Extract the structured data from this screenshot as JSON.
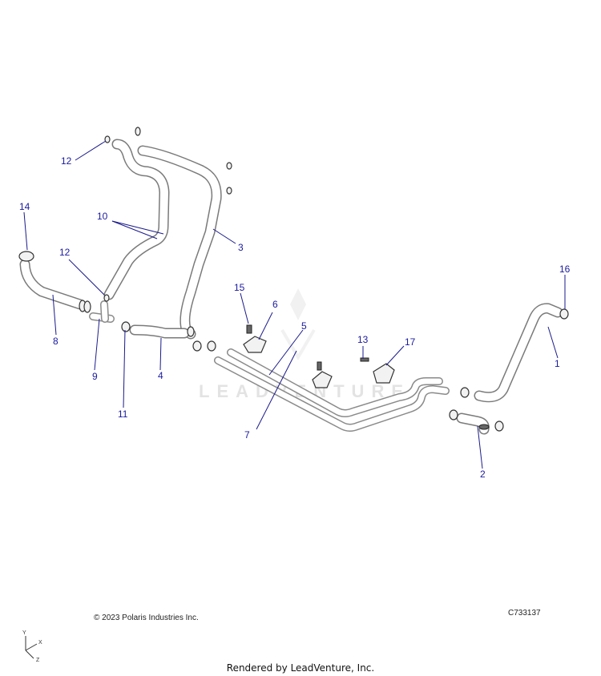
{
  "callouts": [
    "1",
    "2",
    "3",
    "4",
    "5",
    "6",
    "7",
    "8",
    "9",
    "10",
    "11",
    "12",
    "12",
    "13",
    "14",
    "15",
    "16",
    "17"
  ],
  "watermark": "LEADVENTURE",
  "footer": {
    "copyright": "© 2023 Polaris Industries Inc.",
    "drawing_id": "C733137",
    "rendered_by": "Rendered by LeadVenture, Inc."
  },
  "axes": {
    "y": "Y",
    "x": "X",
    "z": "Z"
  },
  "colors": {
    "callout": "#1a1aa0",
    "line": "#7a7a7a",
    "watermark": "#e3e3e3"
  }
}
